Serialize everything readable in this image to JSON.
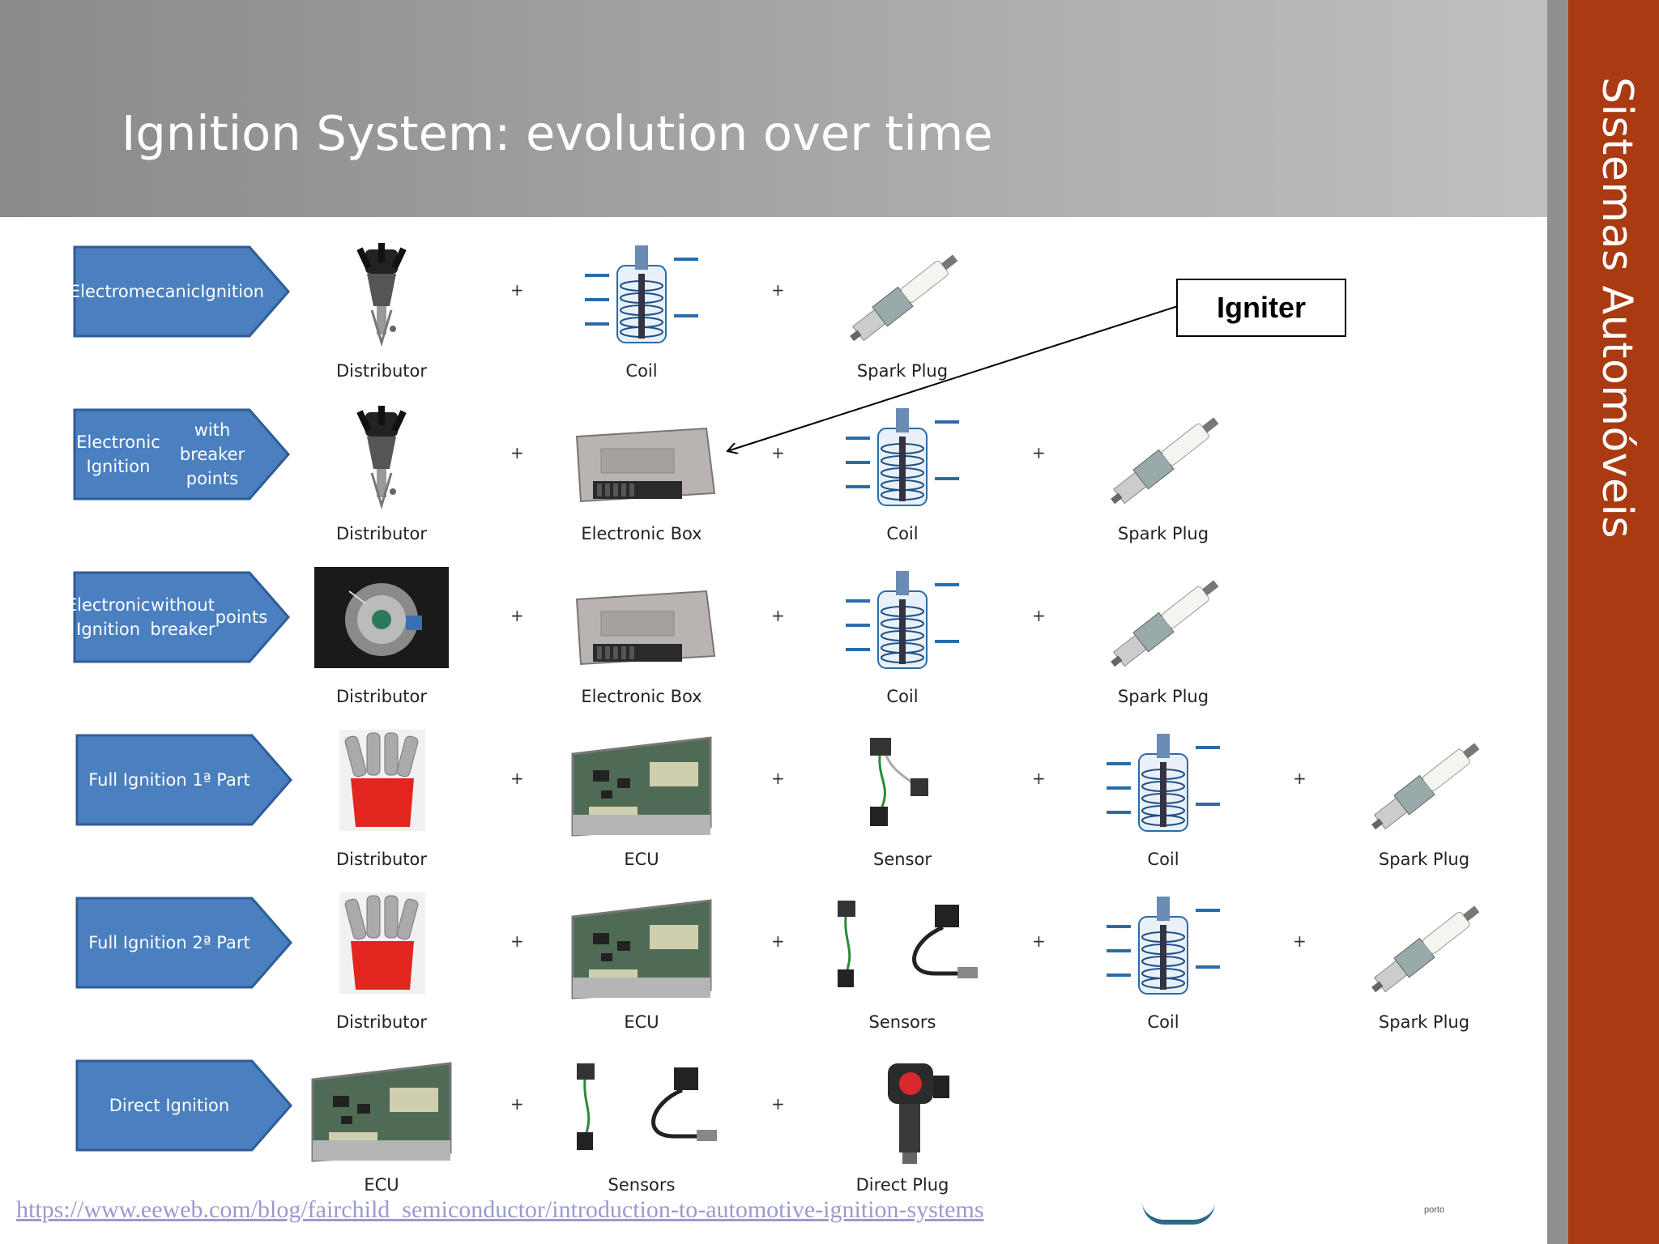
{
  "slide": {
    "title": "Ignition System: evolution over time",
    "side_title": "Sistemas Automóveis",
    "source_link": "https://www.eeweb.com/blog/fairchild_semiconductor/introduction-to-automotive-ignition-systems",
    "footer_logo": "porto",
    "callout": "Igniter",
    "plus": "+"
  },
  "colors": {
    "arrow_fill": "#4a7fc0",
    "sidebar": "#a93a12",
    "header": "#9e9e9e"
  },
  "rows": [
    {
      "label_lines": [
        "Electromecanic",
        "Ignition"
      ],
      "items": [
        {
          "label": "Distributor",
          "icon": "distributor-cap-icon"
        },
        {
          "label": "Coil",
          "icon": "ignition-coil-icon"
        },
        {
          "label": "Spark Plug",
          "icon": "spark-plug-icon"
        }
      ]
    },
    {
      "label_lines": [
        "Electronic Ignition",
        "with breaker points"
      ],
      "items": [
        {
          "label": "Distributor",
          "icon": "distributor-cap-icon"
        },
        {
          "label": "Electronic Box",
          "icon": "electronic-box-icon"
        },
        {
          "label": "Coil",
          "icon": "ignition-coil-icon"
        },
        {
          "label": "Spark Plug",
          "icon": "spark-plug-icon"
        }
      ]
    },
    {
      "label_lines": [
        "Electronic Ignition",
        "without breaker",
        "points"
      ],
      "items": [
        {
          "label": "Distributor",
          "icon": "distributor-photo-icon"
        },
        {
          "label": "Electronic Box",
          "icon": "electronic-box-icon"
        },
        {
          "label": "Coil",
          "icon": "ignition-coil-icon"
        },
        {
          "label": "Spark Plug",
          "icon": "spark-plug-icon"
        }
      ]
    },
    {
      "label_lines": [
        "Full  Ignition  1ª Part"
      ],
      "items": [
        {
          "label": "Distributor",
          "icon": "red-distributor-icon"
        },
        {
          "label": "ECU",
          "icon": "ecu-board-icon"
        },
        {
          "label": "Sensor",
          "icon": "sensor-icon"
        },
        {
          "label": "Coil",
          "icon": "ignition-coil-icon"
        },
        {
          "label": "Spark Plug",
          "icon": "spark-plug-icon"
        }
      ]
    },
    {
      "label_lines": [
        "Full  Ignition  2ª Part"
      ],
      "items": [
        {
          "label": "Distributor",
          "icon": "red-distributor-icon"
        },
        {
          "label": "ECU",
          "icon": "ecu-board-icon"
        },
        {
          "label": "Sensors",
          "icon": "sensors-icon"
        },
        {
          "label": "Coil",
          "icon": "ignition-coil-icon"
        },
        {
          "label": "Spark Plug",
          "icon": "spark-plug-icon"
        }
      ]
    },
    {
      "label_lines": [
        "Direct Ignition"
      ],
      "items": [
        {
          "label": "ECU",
          "icon": "ecu-board-icon"
        },
        {
          "label": "Sensors",
          "icon": "sensors-icon"
        },
        {
          "label": "Direct Plug",
          "icon": "direct-plug-icon"
        }
      ]
    }
  ]
}
